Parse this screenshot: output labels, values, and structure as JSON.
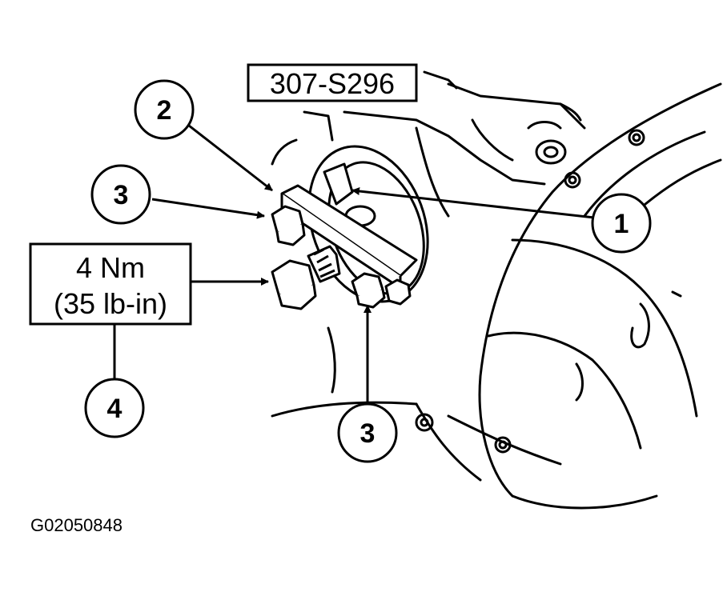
{
  "tool_label": "307-S296",
  "torque_spec": {
    "line1": "4 Nm",
    "line2": "(35 lb-in)"
  },
  "callouts": {
    "c1": "1",
    "c2": "2",
    "c3_left": "3",
    "c3_bottom": "3",
    "c4": "4"
  },
  "figure_id": "G02050848"
}
